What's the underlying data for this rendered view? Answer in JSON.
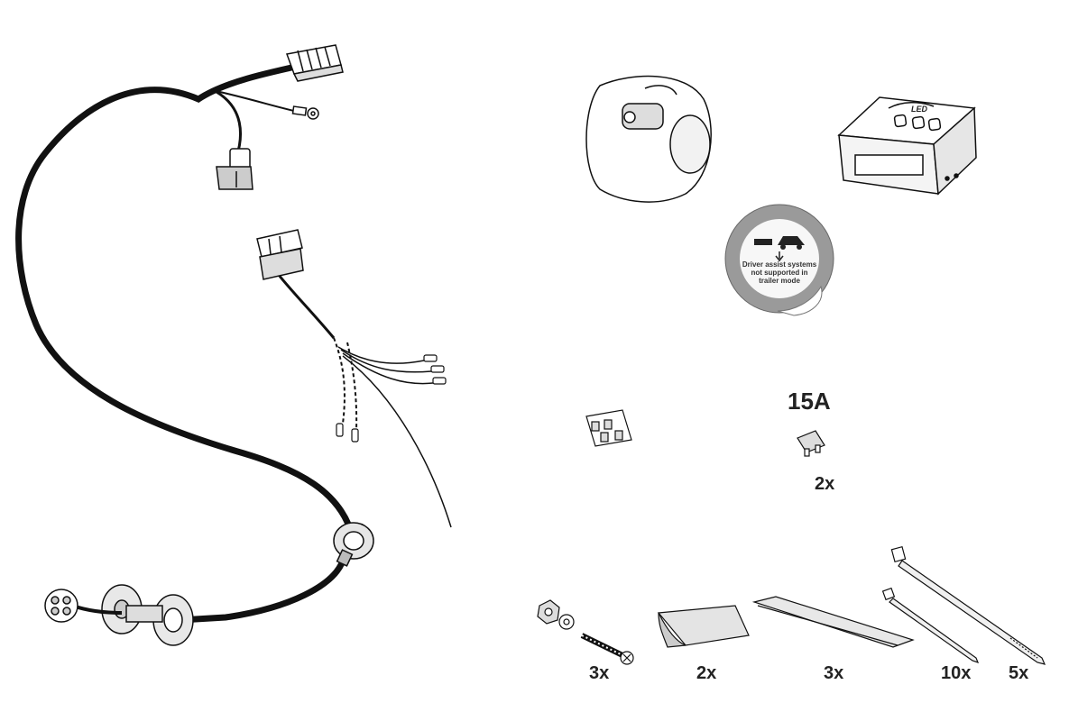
{
  "fuse": {
    "rating": "15A",
    "count": "2x"
  },
  "sticker": {
    "lines": [
      "Driver assist systems",
      "not supported in",
      "trailer mode"
    ]
  },
  "module": {
    "brand": "LED"
  },
  "quantities": {
    "screws": "3x",
    "pads": "2x",
    "tape_strips": "3x",
    "small_ties": "10x",
    "large_ties": "5x"
  }
}
